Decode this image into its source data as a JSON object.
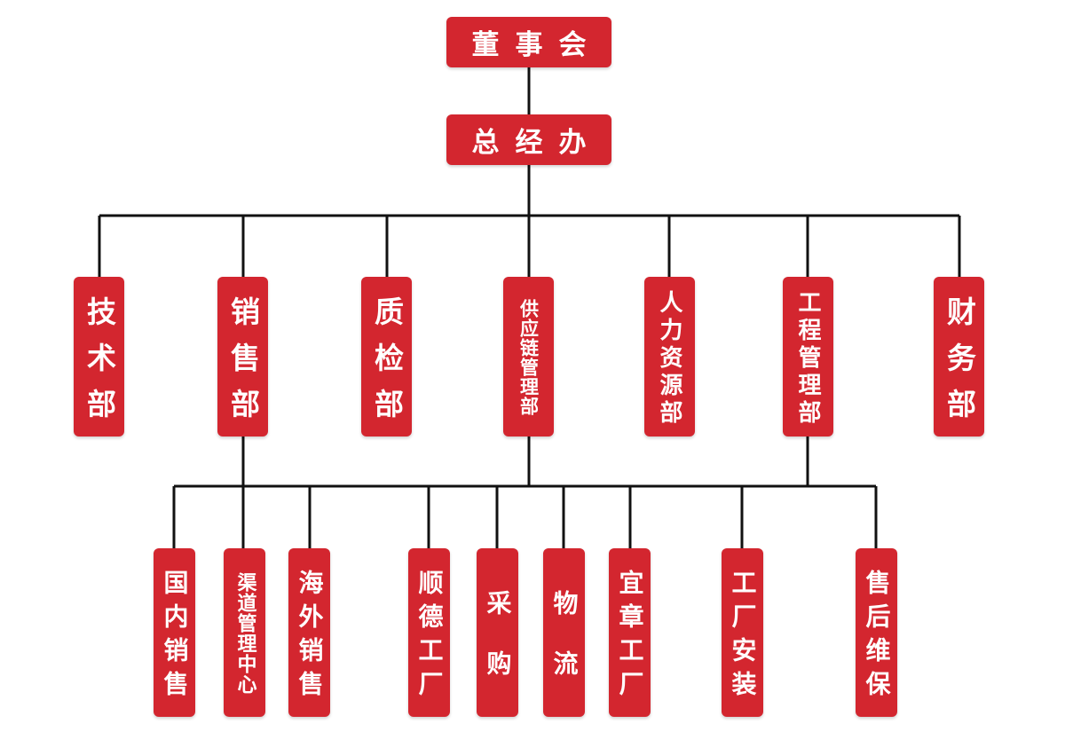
{
  "board": "董事会",
  "gm_office": "总经办",
  "departments": {
    "tech": "技术部",
    "sales": "销售部",
    "qc": "质检部",
    "supply": "供应链管理部",
    "hr": "人力资源部",
    "engineering": "工程管理部",
    "finance": "财务部"
  },
  "sub_units": {
    "domestic_sales": "国内销售",
    "channel": "渠道管理中心",
    "overseas_sales": "海外销售",
    "shunde_factory": "顺德工厂",
    "purchasing": "采购",
    "logistics": "物流",
    "yizhang_factory": "宜章工厂",
    "factory_install": "工厂安装",
    "after_sales": "售后维保"
  },
  "colors": {
    "box": "#d3262f",
    "text": "#ffffff",
    "line": "#111111"
  }
}
